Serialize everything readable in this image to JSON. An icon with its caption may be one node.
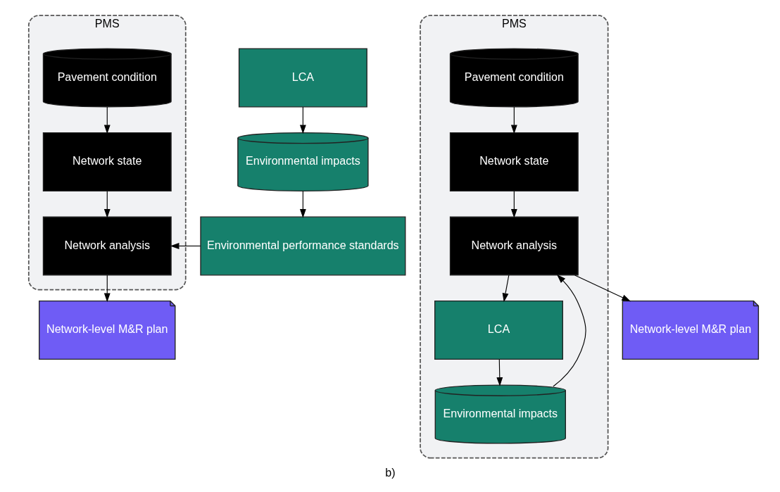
{
  "diagram": {
    "caption": "b)",
    "nodes": [
      {
        "text": [
          "PMS"
        ]
      },
      {
        "text": [
          "Pavement condition"
        ],
        "in": 0
      },
      {
        "text": [
          "Network state"
        ],
        "in": 0
      },
      {
        "text": [
          "Network analysis"
        ],
        "in": 0
      },
      {
        "text": [
          "LCA"
        ]
      },
      {
        "text": [
          "Environmental impacts"
        ]
      },
      {
        "text": [
          "Environmental performance standards"
        ]
      },
      {
        "text": [
          "Network-level M&R plan"
        ]
      },
      {
        "text": [
          "PMS"
        ]
      },
      {
        "text": [
          "Pavement condition"
        ],
        "in": 8
      },
      {
        "text": [
          "Network state"
        ],
        "in": 8
      },
      {
        "text": [
          "LCA"
        ],
        "in": 8
      },
      {
        "text": [
          "Network analysis"
        ],
        "in": 8
      },
      {
        "text": [
          "Environmental impacts"
        ],
        "in": 8
      },
      {
        "text": [
          "Network-level M&R plan"
        ]
      }
    ],
    "edges": [
      {
        "from": 1,
        "to": 2,
        "arrow": "to"
      },
      {
        "from": 2,
        "to": 3,
        "arrow": "to"
      },
      {
        "from": 3,
        "to": 7,
        "arrow": "to"
      },
      {
        "from": 4,
        "to": 5,
        "arrow": "to"
      },
      {
        "from": 5,
        "to": 6,
        "arrow": "to"
      },
      {
        "from": 6,
        "to": 3,
        "arrow": "to"
      },
      {
        "from": 9,
        "to": 10,
        "arrow": "to"
      },
      {
        "from": 10,
        "to": 12,
        "arrow": "to"
      },
      {
        "from": 12,
        "to": 11,
        "arrow": "to"
      },
      {
        "from": 11,
        "to": 13,
        "arrow": "to"
      },
      {
        "from": 13,
        "to": 12,
        "arrow": "to"
      },
      {
        "from": 12,
        "to": 14,
        "arrow": "to"
      }
    ]
  }
}
